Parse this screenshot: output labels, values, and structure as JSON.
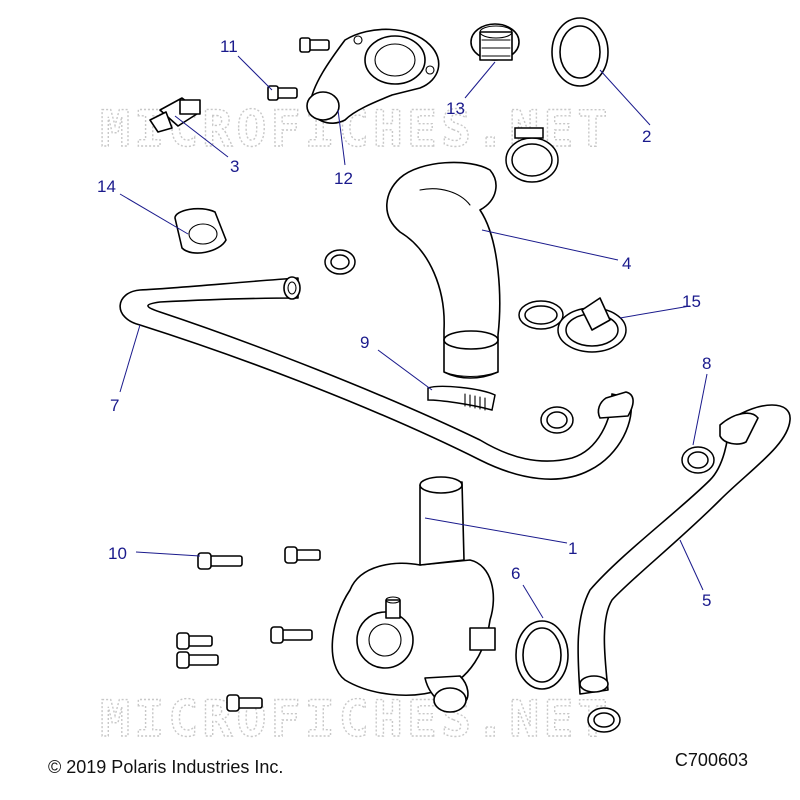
{
  "watermark": "MICROFICHES.NET",
  "footer": {
    "copyright": "© 2019 Polaris Industries Inc.",
    "figure_code": "C700603"
  },
  "callouts": {
    "c1": "1",
    "c2": "2",
    "c3": "3",
    "c4": "4",
    "c5": "5",
    "c6": "6",
    "c7": "7",
    "c8": "8",
    "c9": "9",
    "c10": "10",
    "c11": "11",
    "c12": "12",
    "c13": "13",
    "c14": "14",
    "c15": "15"
  },
  "colors": {
    "callout": "#1a1a8c",
    "outline": "#000000",
    "watermark": "#c8c8c8"
  }
}
